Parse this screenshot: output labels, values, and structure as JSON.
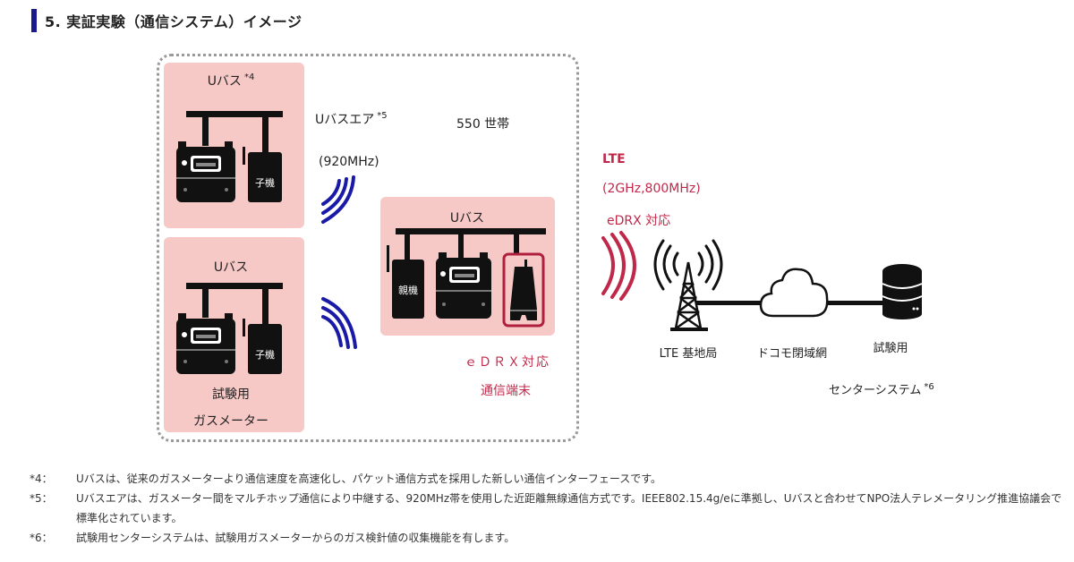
{
  "heading": {
    "title": "5. 実証実験（通信システム）イメージ",
    "accent_color": "#1a1a8c"
  },
  "diagram": {
    "household_count": "550 世帯",
    "meter_box_top": {
      "title": "Uバス",
      "footnote_ref": "*4",
      "child_unit_label": "子機"
    },
    "meter_box_bottom": {
      "title": "Uバス",
      "child_unit_label": "子機",
      "caption_line1": "試験用",
      "caption_line2": "ガスメーター"
    },
    "ubus_air": {
      "label": "Uバスエア",
      "footnote_ref": "*5",
      "frequency": "(920MHz)",
      "wave_color": "#1a1aa8"
    },
    "terminal_box": {
      "title": "Uバス",
      "parent_unit_label": "親機",
      "caption_line1": "ｅＤＲＸ対応",
      "caption_line2": "通信端末",
      "highlight_color": "#b0203c"
    },
    "lte": {
      "label": "LTE",
      "frequency": "(2GHz,800MHz)",
      "feature": "eDRX 対応",
      "wave_color": "#c0284a"
    },
    "base_station": {
      "label": "LTE 基地局"
    },
    "closed_network": {
      "label": "ドコモ閉域網"
    },
    "center_system": {
      "label_line1": "試験用",
      "label_line2": "センターシステム",
      "footnote_ref": "*6"
    },
    "box_color": "#f6c9c7"
  },
  "notes": [
    {
      "key": "*4：",
      "text": "Uバスは、従来のガスメーターより通信速度を高速化し、パケット通信方式を採用した新しい通信インターフェースです。"
    },
    {
      "key": "*5：",
      "text": "Uバスエアは、ガスメーター間をマルチホップ通信により中継する、920MHz帯を使用した近距離無線通信方式です。IEEE802.15.4g/eに準拠し、Uバスと合わせてNPO法人テレメータリング推進協議会で標準化されています。"
    },
    {
      "key": "*6：",
      "text": "試験用センターシステムは、試験用ガスメーターからのガス検針値の収集機能を有します。"
    }
  ]
}
